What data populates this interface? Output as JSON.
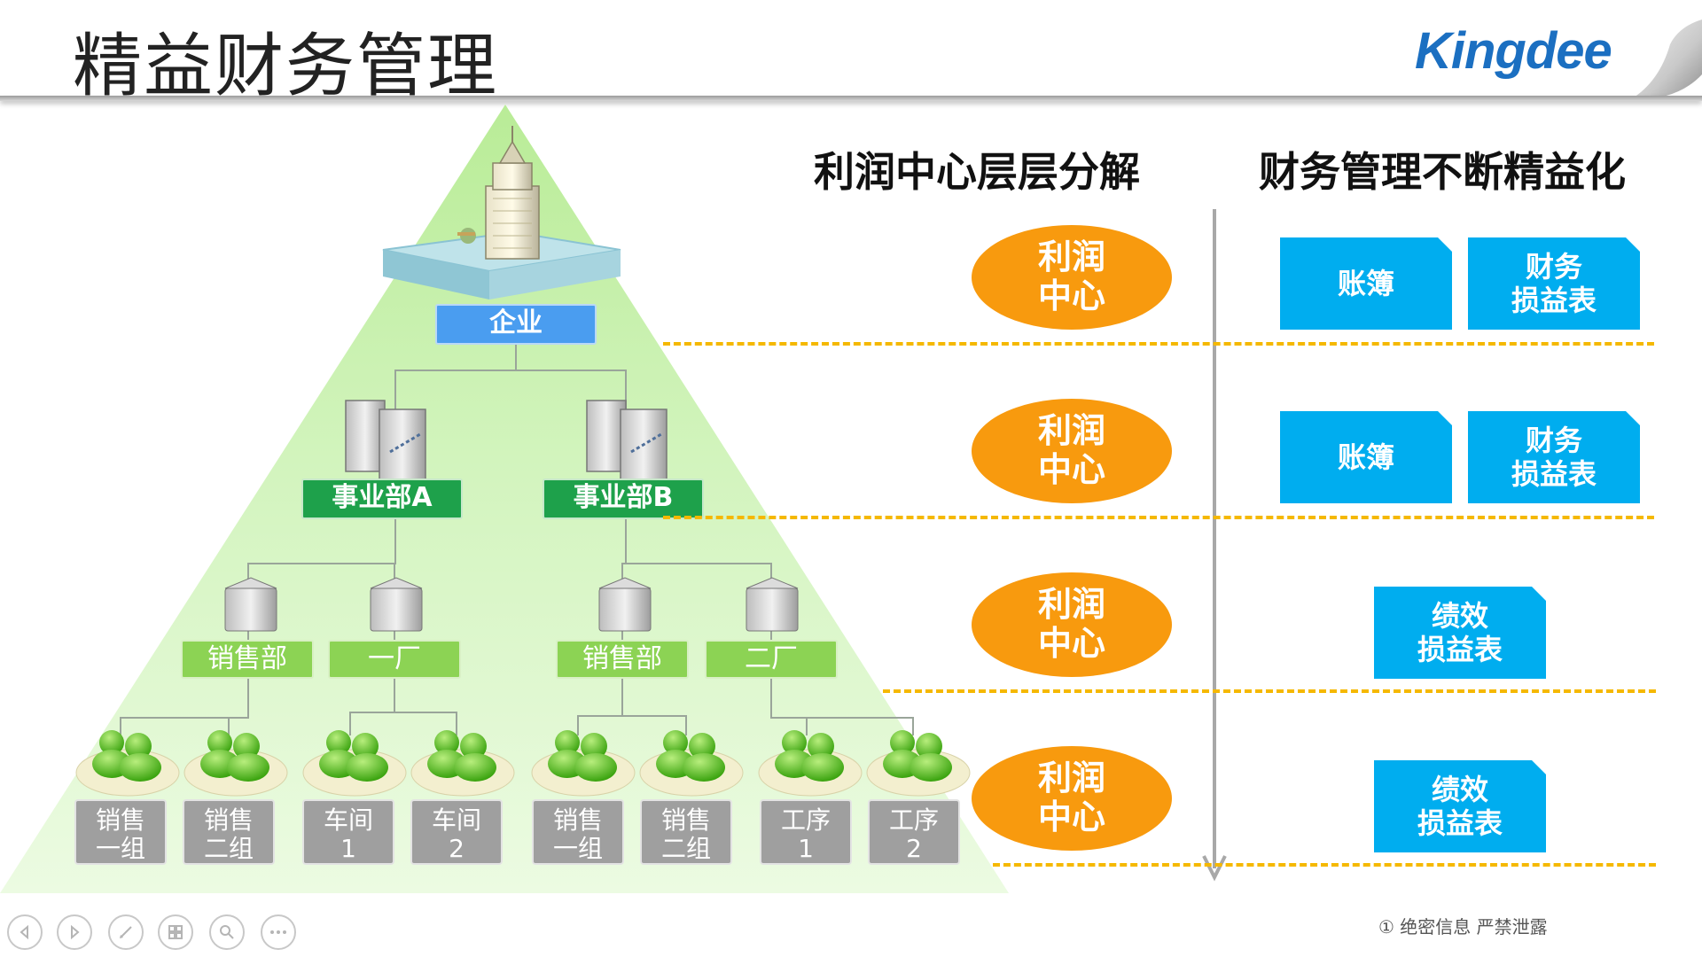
{
  "page": {
    "title": "精益财务管理",
    "logo_text": "Kingdee",
    "footer_confidential": "① 绝密信息 严禁泄露"
  },
  "headings": {
    "profit_decomposition": "利润中心层层分解",
    "finance_refinement": "财务管理不断精益化"
  },
  "tree": {
    "root": "企业",
    "divisions": [
      "事业部A",
      "事业部B"
    ],
    "departments": [
      "销售部",
      "一厂",
      "销售部",
      "二厂"
    ],
    "units": [
      {
        "line1": "销售",
        "line2": "一组"
      },
      {
        "line1": "销售",
        "line2": "二组"
      },
      {
        "line1": "车间",
        "line2": "1"
      },
      {
        "line1": "车间",
        "line2": "2"
      },
      {
        "line1": "销售",
        "line2": "一组"
      },
      {
        "line1": "销售",
        "line2": "二组"
      },
      {
        "line1": "工序",
        "line2": "1"
      },
      {
        "line1": "工序",
        "line2": "2"
      }
    ]
  },
  "profit_centers": [
    {
      "line1": "利润",
      "line2": "中心"
    },
    {
      "line1": "利润",
      "line2": "中心"
    },
    {
      "line1": "利润",
      "line2": "中心"
    },
    {
      "line1": "利润",
      "line2": "中心"
    }
  ],
  "finance_rows": [
    {
      "boxes": [
        {
          "line1": "账簿",
          "line2": ""
        },
        {
          "line1": "财务",
          "line2": "损益表"
        }
      ]
    },
    {
      "boxes": [
        {
          "line1": "账簿",
          "line2": ""
        },
        {
          "line1": "财务",
          "line2": "损益表"
        }
      ]
    },
    {
      "boxes": [
        {
          "line1": "绩效",
          "line2": "损益表"
        }
      ]
    },
    {
      "boxes": [
        {
          "line1": "绩效",
          "line2": "损益表"
        }
      ]
    }
  ],
  "colors": {
    "brand_blue": "#1b6fc1",
    "orange": "#f89a0e",
    "cyan": "#00adef",
    "dash_yellow": "#f5b800",
    "pyramid_green": "#c9f2b0"
  },
  "toolbar_icons": [
    "prev-icon",
    "next-icon",
    "pen-icon",
    "grid-icon",
    "zoom-icon",
    "more-icon"
  ]
}
